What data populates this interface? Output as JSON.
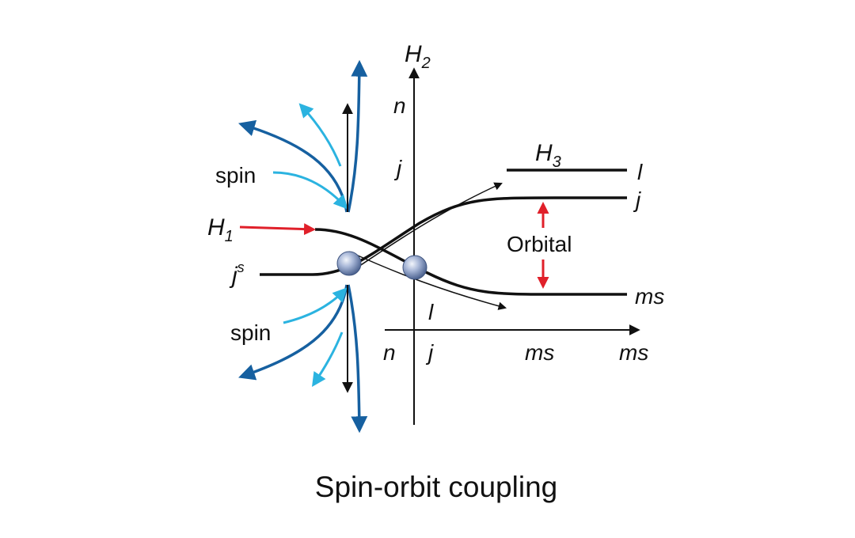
{
  "caption": "Spin-orbit coupling",
  "colors": {
    "line": "#111111",
    "spin_dark": "#1660a0",
    "spin_light": "#2bb3e0",
    "accent_red": "#e0202a",
    "sphere": "#8a9ec8"
  },
  "labels": {
    "h2": "H",
    "h2_sub": "2",
    "h1": "H",
    "h1_sub": "1",
    "h3": "H",
    "h3_sub": "3",
    "n_vert": "n",
    "j_vert": "j",
    "spin_top": "spin",
    "spin_bottom": "spin",
    "js": "j",
    "js_sup": "s",
    "l_right": "l",
    "j_right": "j",
    "ms_right": "ms",
    "orbital": "Orbital",
    "l_axis": "l",
    "n_axis": "n",
    "j_axis": "j",
    "ms_axis1": "ms",
    "ms_axis2": "ms"
  }
}
